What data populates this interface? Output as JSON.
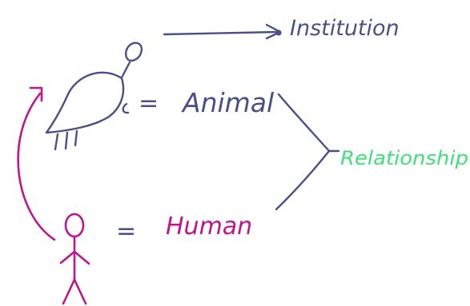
{
  "labels": {
    "institution": "Institution",
    "animal": "Animal",
    "relationship": "Relationship",
    "human": "Human",
    "equals_animal": "=",
    "equals_human": "="
  },
  "colors": {
    "background": "#ffffff",
    "navy_ink": "#4a4f8a",
    "magenta_ink": "#c0148f",
    "green_ink": "#3fe07a"
  },
  "icons": {
    "animal": "bird-drawing-icon",
    "human": "stick-figure-icon"
  }
}
